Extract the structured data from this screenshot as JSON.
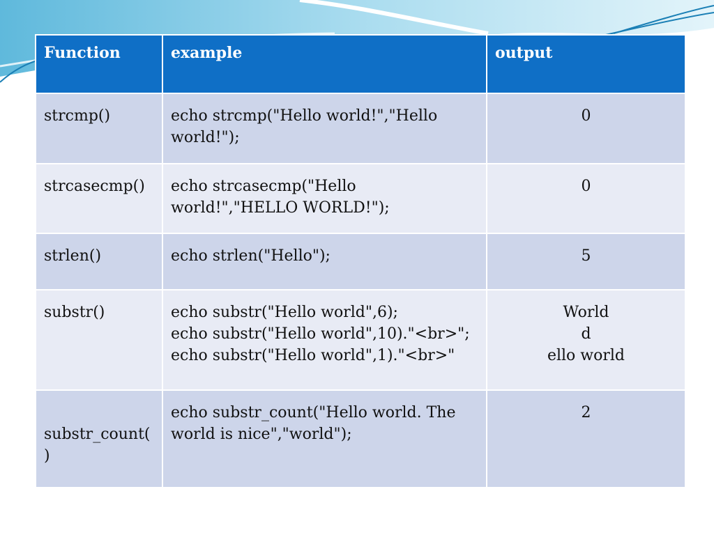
{
  "theme": {
    "header_bg": "#0f6fc6",
    "row_dark": "#cdd5ea",
    "row_light": "#e8ebf5",
    "decor_sky": "#7cc8e3"
  },
  "table": {
    "headers": [
      "Function",
      "example",
      "output"
    ],
    "rows": [
      {
        "function": "strcmp()",
        "example": [
          "echo strcmp(\"Hello world!\",\"Hello",
          "world!\");"
        ],
        "output": [
          "0"
        ]
      },
      {
        "function": "strcasecmp()",
        "example": [
          "echo strcasecmp(\"Hello",
          "world!\",\"HELLO WORLD!\");"
        ],
        "output": [
          "0"
        ]
      },
      {
        "function": "strlen()",
        "example": [
          "echo strlen(\"Hello\");"
        ],
        "output": [
          "5"
        ]
      },
      {
        "function": "substr()",
        "example": [
          "echo substr(\"Hello world\",6);",
          "echo substr(\"Hello world\",10).\"<br>\";",
          "echo substr(\"Hello world\",1).\"<br>\""
        ],
        "output": [
          "World",
          "d",
          "ello world"
        ]
      },
      {
        "function": " substr_count(\n)",
        "example": [
          "echo substr_count(\"Hello world. The",
          "world is nice\",\"world\");"
        ],
        "output": [
          "2"
        ]
      }
    ]
  }
}
